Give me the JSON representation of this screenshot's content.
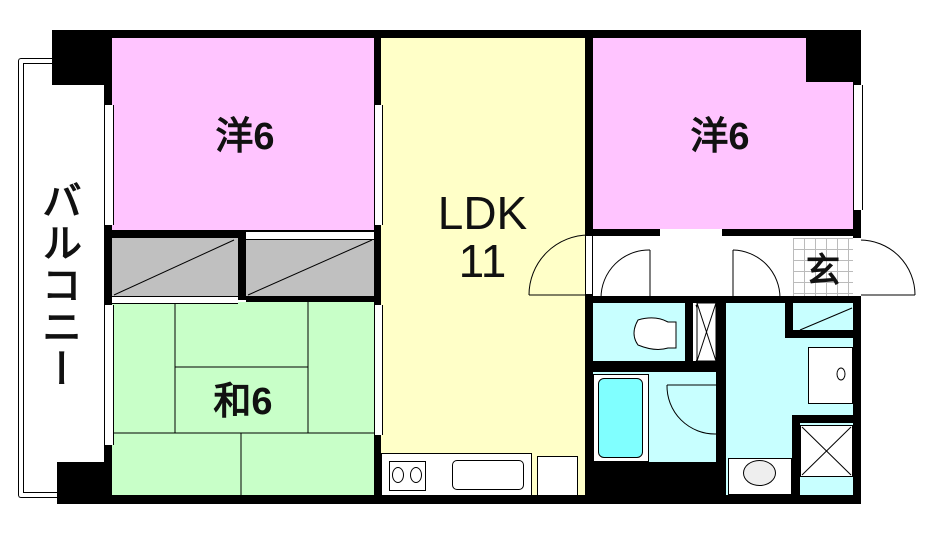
{
  "floorplan": {
    "balcony": {
      "label": "バルコニー"
    },
    "rooms": [
      {
        "id": "western-1",
        "label": "洋6",
        "type": "Western-style room",
        "size_jo": 6,
        "color": "#ffc4ff"
      },
      {
        "id": "ldk",
        "label_line1": "LDK",
        "label_line2": "11",
        "type": "Living Dining Kitchen",
        "size_jo": 11,
        "color": "#ffffc8"
      },
      {
        "id": "western-2",
        "label": "洋6",
        "type": "Western-style room",
        "size_jo": 6,
        "color": "#ffc4ff"
      },
      {
        "id": "japanese",
        "label": "和6",
        "type": "Japanese tatami room",
        "size_jo": 6,
        "color": "#c8ffc8"
      },
      {
        "id": "entrance",
        "label": "玄",
        "type": "Entrance"
      }
    ],
    "colors": {
      "wall": "#000000",
      "closet": "#c0c0c0",
      "wet_area": "#c8ffff",
      "bathtub": "#80ffff"
    }
  }
}
